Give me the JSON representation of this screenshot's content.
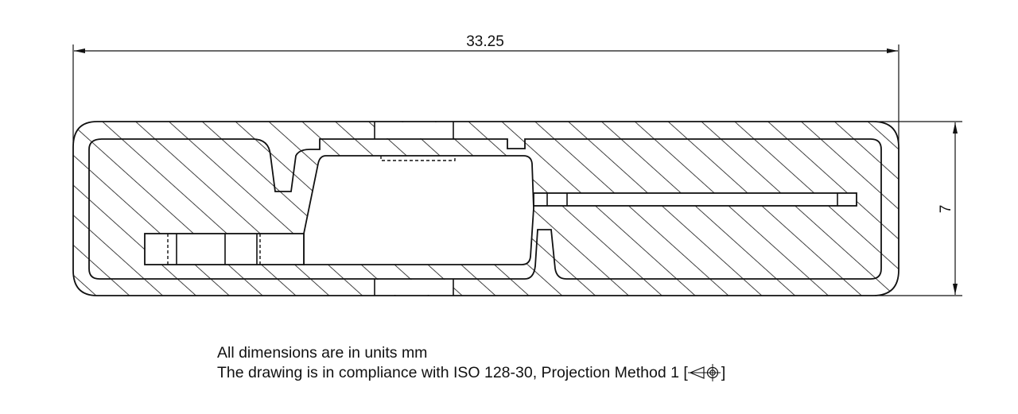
{
  "drawing": {
    "type": "section-view",
    "subject": "enclosure cross-section with hatched walls",
    "line_color": "#111111",
    "background": "#ffffff"
  },
  "dimensions": {
    "width": {
      "value": "33.25",
      "orientation": "horizontal"
    },
    "height": {
      "value": "7",
      "orientation": "vertical"
    }
  },
  "notes": {
    "line1": "All dimensions are in units mm",
    "line2_prefix": "The drawing is in compliance with ISO 128-30, Projection Method 1 [",
    "line2_suffix": "]",
    "projection_symbol": "first-angle-projection-icon"
  }
}
